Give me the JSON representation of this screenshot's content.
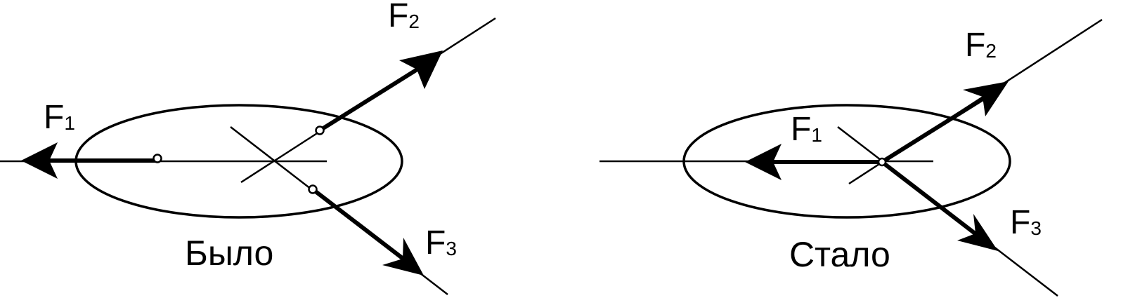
{
  "left_panel": {
    "caption": "Было",
    "forces": {
      "f1": {
        "letter": "F",
        "index": "1"
      },
      "f2": {
        "letter": "F",
        "index": "2"
      },
      "f3": {
        "letter": "F",
        "index": "3"
      }
    }
  },
  "right_panel": {
    "caption": "Стало",
    "forces": {
      "f1": {
        "letter": "F",
        "index": "1"
      },
      "f2": {
        "letter": "F",
        "index": "2"
      },
      "f3": {
        "letter": "F",
        "index": "3"
      }
    }
  },
  "colors": {
    "ink": "#000000",
    "background": "#ffffff"
  }
}
